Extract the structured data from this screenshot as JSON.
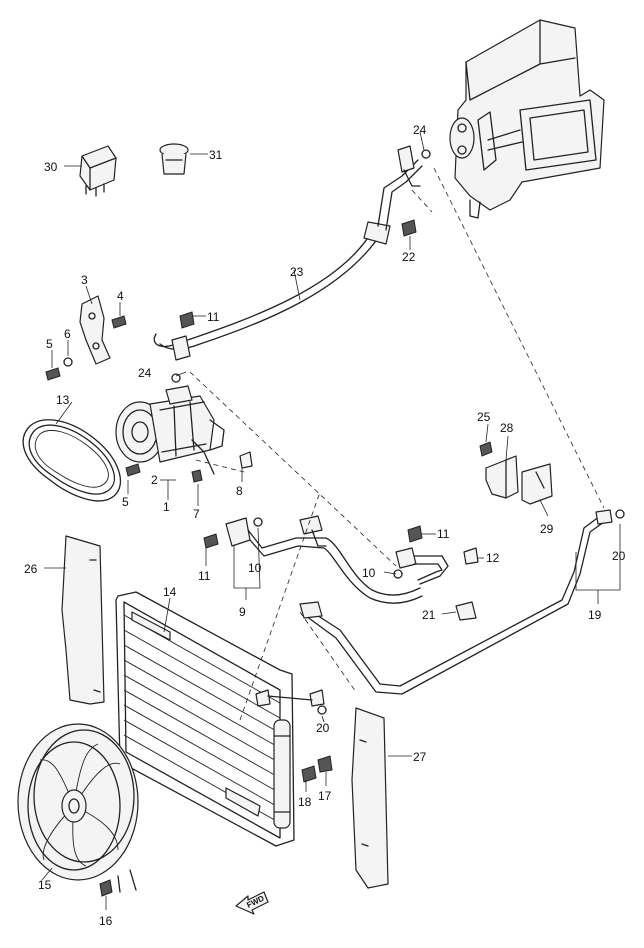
{
  "callouts": {
    "c1": "1",
    "c2": "2",
    "c3": "3",
    "c4": "4",
    "c5a": "5",
    "c5b": "5",
    "c6": "6",
    "c7": "7",
    "c8": "8",
    "c9": "9",
    "c10a": "10",
    "c10b": "10",
    "c11a": "11",
    "c11b": "11",
    "c11c": "11",
    "c12": "12",
    "c13": "13",
    "c14": "14",
    "c15": "15",
    "c16": "16",
    "c17": "17",
    "c18": "18",
    "c19": "19",
    "c20a": "20",
    "c20b": "20",
    "c21": "21",
    "c22": "22",
    "c23": "23",
    "c24a": "24",
    "c24b": "24",
    "c25": "25",
    "c26": "26",
    "c27": "27",
    "c28": "28",
    "c29": "29",
    "c30": "30",
    "c31": "31"
  },
  "direction_arrow": {
    "label": "FWD"
  },
  "line_color": "#222222",
  "background": "#ffffff"
}
